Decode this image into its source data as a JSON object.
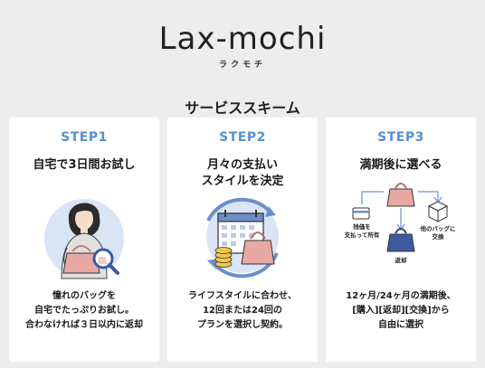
{
  "brand": {
    "name": "Lax-mochi",
    "kana": "ラクモチ"
  },
  "section_title": "サービススキーム",
  "steps": [
    {
      "label": "STEP1",
      "heading": [
        "自宅で3日間お試し"
      ],
      "desc": [
        "憧れのバッグを",
        "自宅でたっぷりお試し。",
        "合わなければ３日以内に返却"
      ]
    },
    {
      "label": "STEP2",
      "heading": [
        "月々の支払い",
        "スタイルを決定"
      ],
      "desc": [
        "ライフスタイルに合わせ、",
        "12回または24回の",
        "プランを選択し契約。"
      ]
    },
    {
      "label": "STEP3",
      "heading": [
        "満期後に選べる"
      ],
      "desc": [
        "12ヶ月/24ヶ月の満期後、",
        "[購入][返却][交換]から",
        "自由に選択"
      ],
      "diagram": {
        "left_label": [
          "残価を",
          "支払って所有"
        ],
        "right_label": [
          "他のバッグに",
          "交換"
        ],
        "bottom_label": "返却"
      }
    }
  ],
  "colors": {
    "accent": "#5a8fd0",
    "bag_pink": "#e8a9a5",
    "bag_blue": "#3d5a9e",
    "circle_bg": "#d9e4f5"
  }
}
